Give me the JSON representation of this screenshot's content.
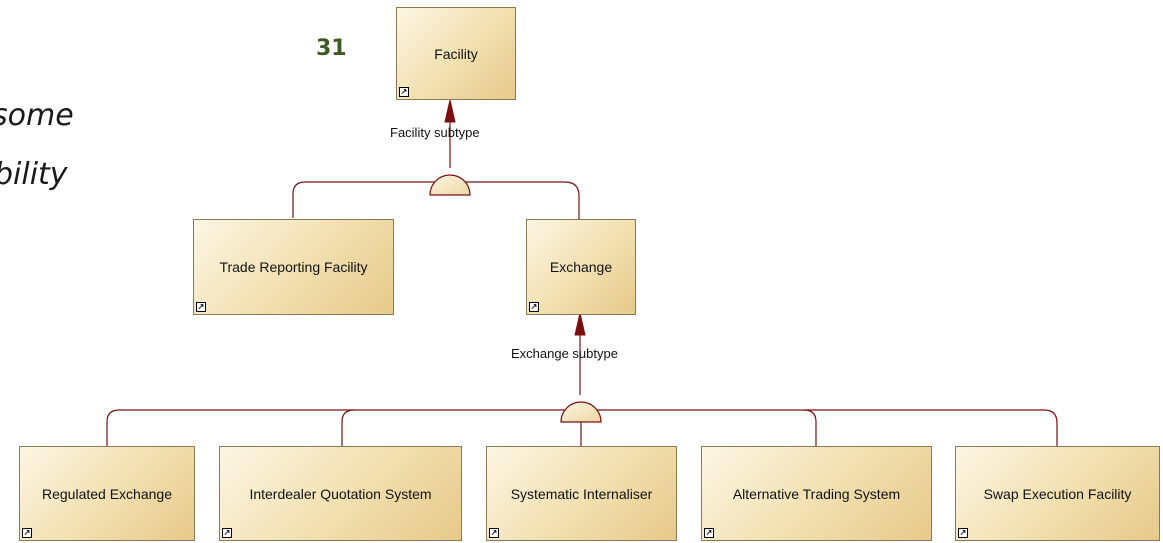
{
  "slide": {
    "line1": "some",
    "line2": "bility",
    "number": "31"
  },
  "classes": {
    "facility": "Facility",
    "trade_reporting_facility": "Trade Reporting Facility",
    "exchange": "Exchange",
    "regulated_exchange": "Regulated Exchange",
    "interdealer_quotation_system": "Interdealer Quotation System",
    "systematic_internaliser": "Systematic Internaliser",
    "alternative_trading_system": "Alternative Trading System",
    "swap_execution_facility": "Swap Execution Facility"
  },
  "generalizations": {
    "facility_subtype": "Facility subtype",
    "exchange_subtype": "Exchange subtype"
  },
  "colors": {
    "connector": "#7a1010",
    "box_fill_light": "#fcf6e3",
    "box_fill_dark": "#e7c98a",
    "slide_number": "#3b5a24"
  }
}
